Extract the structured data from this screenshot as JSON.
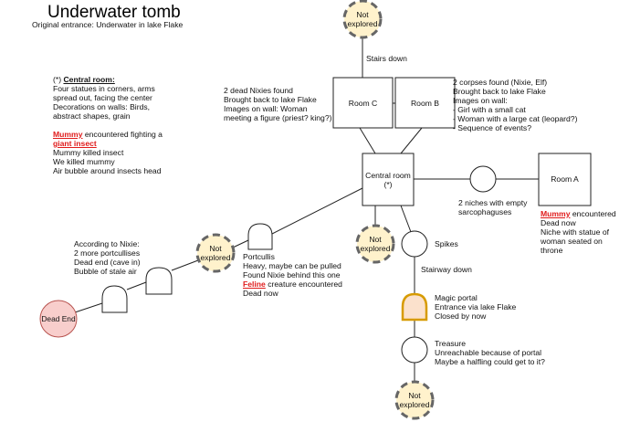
{
  "title": "Underwater tomb",
  "subtitle": "Original entrance: Underwater in lake Flake",
  "colors": {
    "unexplored_fill": "#fff2cc",
    "unexplored_stroke": "#666666",
    "dead_end_fill": "#f8cecc",
    "dead_end_stroke": "#b85450",
    "portal_fill": "#fbe1cc",
    "portal_stroke": "#d79b00",
    "highlight_red": "#e01b1b"
  },
  "nodes": {
    "not_explored_label": [
      "Not",
      "explored"
    ],
    "room_c": "Room C",
    "room_b": "Room B",
    "room_a": "Room A",
    "central_room": [
      "Central room",
      "(*)"
    ],
    "dead_end": "Dead End"
  },
  "edge_labels": {
    "stairs_down": "Stairs down",
    "stairway_down": "Stairway down",
    "spikes": "Spikes"
  },
  "notes": {
    "central_room": {
      "prefix": "(*) ",
      "heading": "Central room:",
      "lines": [
        "Four statues in corners, arms",
        "spread out, facing the center",
        "Decorations on walls: Birds,",
        "abstract shapes, grain"
      ],
      "mummy": "Mummy",
      "mummy_rest": " encountered fighting a",
      "giant_insect": "giant insect",
      "after": [
        "Mummy killed insect",
        "We killed mummy",
        "Air bubble around insects head"
      ]
    },
    "room_c": [
      "2 dead Nixies found",
      "Brought back to lake Flake",
      "Images on wall: Woman",
      "meeting a figure (priest? king?)"
    ],
    "room_b": [
      "2 corpses found (Nixie, Elf)",
      "Brought back to lake Flake",
      "Images on wall:",
      "- Girl with a small cat",
      "- Woman with a large cat (leopard?)",
      "- Sequence of events?"
    ],
    "niches": [
      "2 niches with empty",
      "sarcophaguses"
    ],
    "room_a": {
      "mummy": "Mummy",
      "mummy_rest": " encountered",
      "lines": [
        "Dead now",
        "Niche with statue of",
        "woman seated on",
        "throne"
      ]
    },
    "portcullis": {
      "lines": [
        "Portcullis",
        "Heavy, maybe can be pulled",
        "Found Nixie behind this one"
      ],
      "feline": "Feline",
      "feline_rest": " creature encountered",
      "after": [
        "Dead now"
      ]
    },
    "according_to_nixie": [
      "According to Nixie:",
      "2 more portcullises",
      "Dead end (cave in)",
      "Bubble of stale air"
    ],
    "magic_portal": [
      "Magic portal",
      "Entrance via lake Flake",
      "Closed by now"
    ],
    "treasure": [
      "Treasure",
      "Unreachable because of portal",
      "Maybe a halfling could get to it?"
    ]
  }
}
